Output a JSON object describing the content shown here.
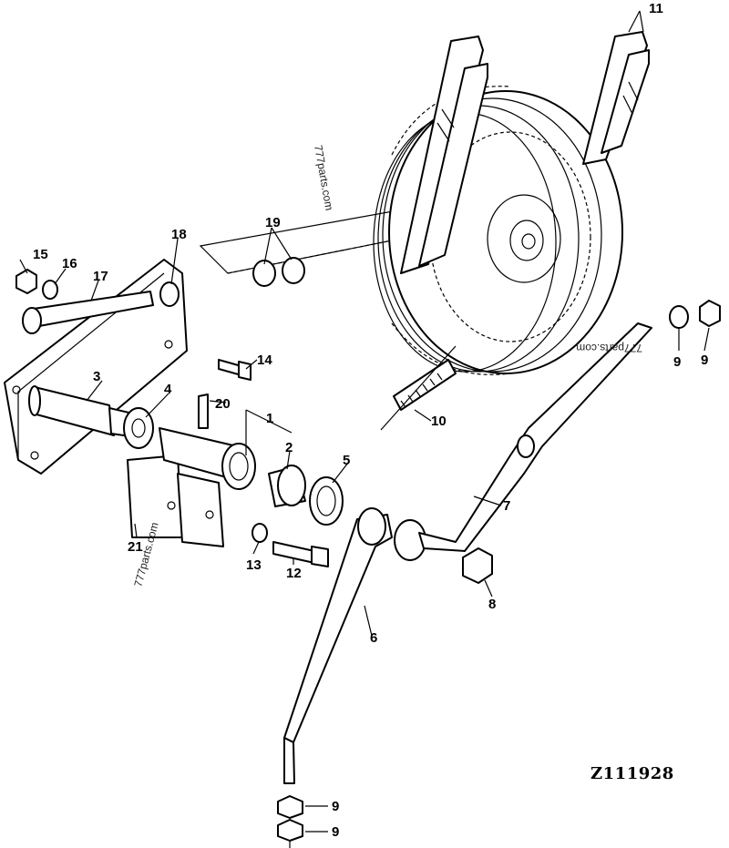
{
  "diagram": {
    "drawing_code": "Z111928",
    "watermarks": [
      "777parts.com",
      "777parts.com",
      "777parts.com"
    ],
    "callouts": [
      "1",
      "2",
      "3",
      "4",
      "5",
      "6",
      "7",
      "8",
      "9",
      "9",
      "9",
      "9",
      "10",
      "11",
      "12",
      "13",
      "14",
      "15",
      "16",
      "17",
      "18",
      "19",
      "20",
      "21"
    ]
  }
}
